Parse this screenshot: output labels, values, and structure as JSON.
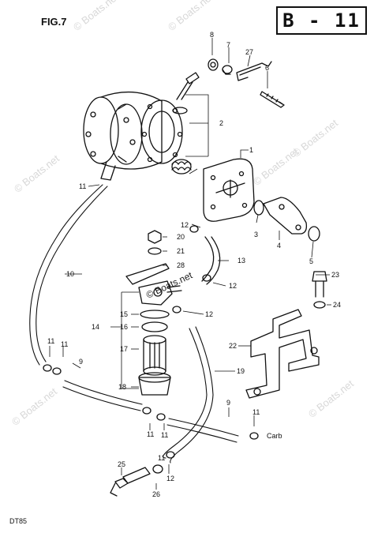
{
  "figure": {
    "label": "FIG.7",
    "page_code": "B - 11",
    "model_label": "DT85",
    "watermark": "© Boats.net"
  },
  "callouts": {
    "n1": "1",
    "n2": "2",
    "n3": "3",
    "n4": "4",
    "n5": "5",
    "n6": "6",
    "n7": "7",
    "n8": "8",
    "n9a": "9",
    "n9b": "9",
    "n10": "10",
    "n11a": "11",
    "n11b": "11",
    "n11c": "11",
    "n11d": "11",
    "n11e": "11",
    "n11f": "11",
    "n11g": "11",
    "n12a": "12",
    "n12b": "12",
    "n12c": "12",
    "n12d": "12",
    "n13": "13",
    "n14": "14",
    "n15": "15",
    "n16": "16",
    "n17": "17",
    "n18": "18",
    "n19": "19",
    "n20": "20",
    "n21": "21",
    "n22": "22",
    "n23": "23",
    "n24": "24",
    "n25": "25",
    "n26": "26",
    "n27": "27",
    "n28": "28",
    "carb": "Carb"
  }
}
